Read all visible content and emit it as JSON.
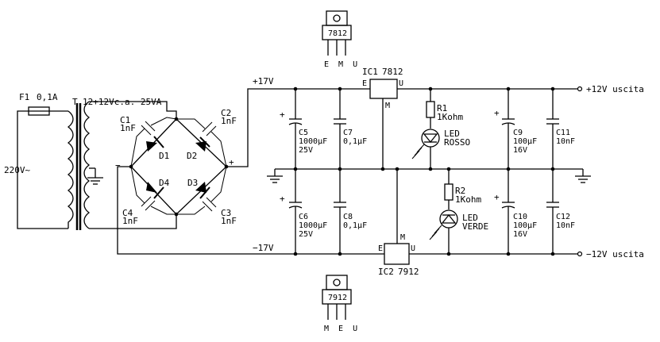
{
  "fuse": {
    "name": "F1",
    "rating": "0,1A"
  },
  "mains": {
    "label": "220V~"
  },
  "transformer": {
    "name": "T",
    "spec": "12+12Vc.a. 25VA"
  },
  "bridge": {
    "diodes": [
      "D1",
      "D2",
      "D3",
      "D4"
    ],
    "minus": "−",
    "plus": "+",
    "caps": [
      {
        "name": "C1",
        "value": "1nF"
      },
      {
        "name": "C2",
        "value": "1nF"
      },
      {
        "name": "C3",
        "value": "1nF"
      },
      {
        "name": "C4",
        "value": "1nF"
      }
    ]
  },
  "rails": {
    "pos": "+17V",
    "neg": "−17V"
  },
  "ic1": {
    "name": "IC1",
    "part": "7812",
    "pin_e": "E",
    "pin_m": "M",
    "pin_u": "U"
  },
  "ic2": {
    "name": "IC2",
    "part": "7912",
    "pin_e": "E",
    "pin_m": "M",
    "pin_u": "U"
  },
  "package_top": {
    "marking": "7812",
    "pins": "E  M  U"
  },
  "package_bottom": {
    "marking": "7912",
    "pins": "M  E  U"
  },
  "caps": {
    "c5": {
      "name": "C5",
      "v1": "1000µF",
      "v2": "25V",
      "pol": "+"
    },
    "c6": {
      "name": "C6",
      "v1": "1000µF",
      "v2": "25V",
      "pol": "+"
    },
    "c7": {
      "name": "C7",
      "v1": "0,1µF"
    },
    "c8": {
      "name": "C8",
      "v1": "0,1µF"
    },
    "c9": {
      "name": "C9",
      "v1": "100µF",
      "v2": "16V",
      "pol": "+"
    },
    "c10": {
      "name": "C10",
      "v1": "100µF",
      "v2": "16V",
      "pol": "+"
    },
    "c11": {
      "name": "C11",
      "v1": "10nF"
    },
    "c12": {
      "name": "C12",
      "v1": "10nF"
    }
  },
  "r1": {
    "name": "R1",
    "value": "1Kohm"
  },
  "r2": {
    "name": "R2",
    "value": "1Kohm"
  },
  "led1": {
    "name": "LED",
    "color": "ROSSO"
  },
  "led2": {
    "name": "LED",
    "color": "VERDE"
  },
  "outputs": {
    "pos": "+12V uscita",
    "neg": "−12V uscita"
  }
}
